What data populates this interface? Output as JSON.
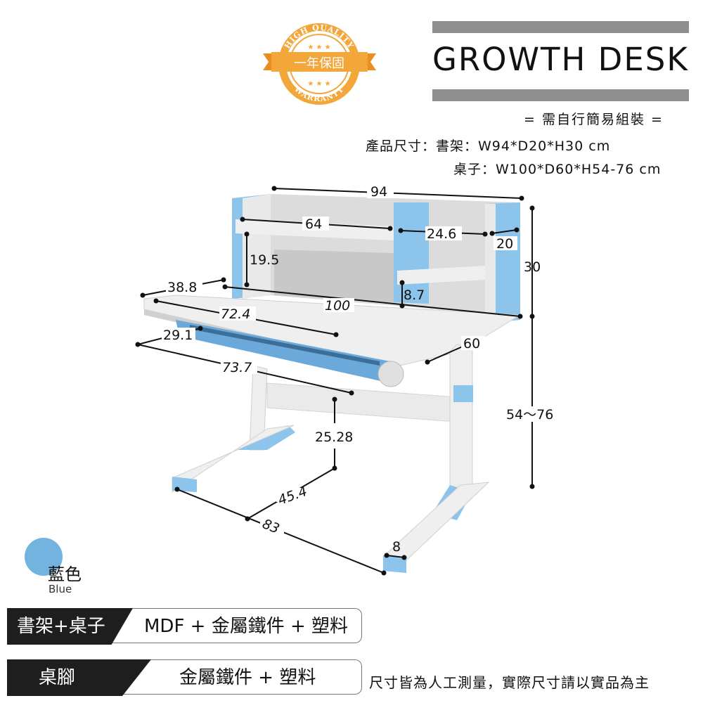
{
  "badge": {
    "arc_top": "HIGH QUALITY",
    "arc_bottom": "WARRANTY",
    "ribbon": "一年保固"
  },
  "header": {
    "title": "GROWTH DESK",
    "assembly": "= 需自行簡易組裝 =",
    "size_shelf": "產品尺寸：書架：W94*D20*H30 cm",
    "size_desk": "桌子：W100*D60*H54-76 cm"
  },
  "dimensions": {
    "shelf_width": "94",
    "shelf_inner": "64",
    "shelf_side": "24.6",
    "shelf_depth": "20",
    "shelf_height": "30",
    "shelf_gap": "19.5",
    "shelf_small": "8.7",
    "desk_left": "38.8",
    "desk_width": "100",
    "desk_tilt": "72.4",
    "drawer_depth": "29.1",
    "drawer_width": "73.7",
    "desk_depth": "60",
    "leg_room": "25.28",
    "desk_height": "54～76",
    "leg_inner": "45.4",
    "base_width": "83",
    "foot": "8"
  },
  "color_swatch": {
    "name_zh": "藍色",
    "name_en": "Blue",
    "color": "#72b3e0"
  },
  "materials": [
    {
      "part": "書架+桌子",
      "material": "MDF + 金屬鐵件 + 塑料"
    },
    {
      "part": "桌腳",
      "material": "金屬鐵件 + 塑料"
    }
  ],
  "note": "尺寸皆為人工測量，實際尺寸請以實品為主",
  "colors": {
    "accent_blue": "#72b3e0",
    "badge_orange": "#f0a030",
    "header_bar": "#8f8f8f"
  }
}
